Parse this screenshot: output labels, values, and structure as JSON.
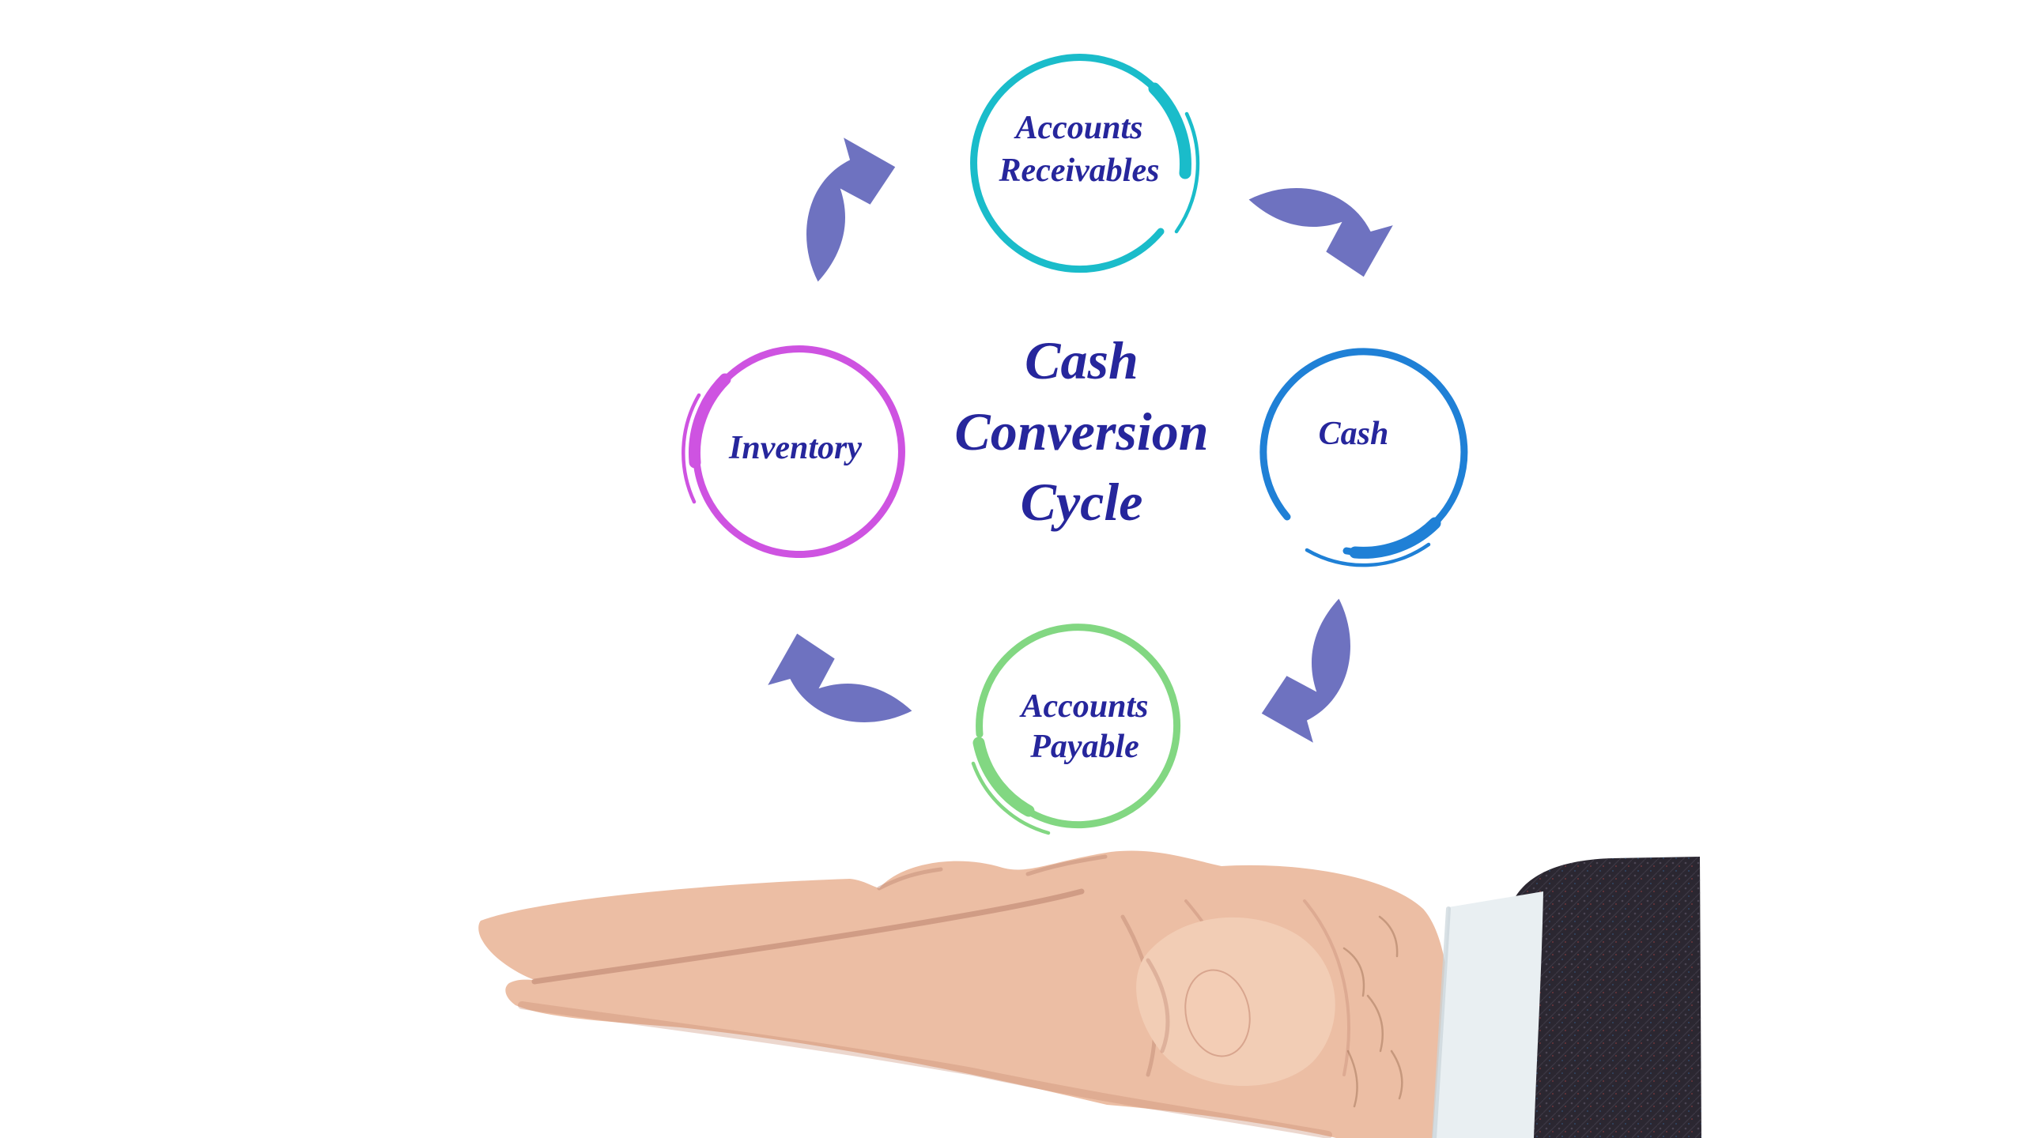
{
  "background": "#FFFFFF",
  "title": {
    "line1": "Cash",
    "line2": "Conversion",
    "line3": "Cycle",
    "color": "#26269C"
  },
  "nodes": {
    "receivables": {
      "line1": "Accounts",
      "line2": "Receivables",
      "color": "#1ABCCA"
    },
    "cash": {
      "label": "Cash",
      "color": "#1F80D6"
    },
    "inventory": {
      "label": "Inventory",
      "color": "#CE53E1"
    },
    "payable": {
      "line1": "Accounts",
      "line2": "Payable",
      "color": "#82D782"
    }
  },
  "label_color": "#26269C",
  "arrows": {
    "color": "#6E72C0",
    "flows": [
      {
        "from": "Inventory",
        "to": "Accounts Receivables"
      },
      {
        "from": "Accounts Receivables",
        "to": "Cash"
      },
      {
        "from": "Cash",
        "to": "Accounts Payable"
      },
      {
        "from": "Accounts Payable",
        "to": "Inventory"
      }
    ]
  },
  "hand": {
    "skin": "#ECBEA4",
    "skin_light": "#F2CDB5",
    "shadow": "#C98B74",
    "crease": "#B97F6B",
    "hair": "#9A6B4F",
    "nail": "#F4CDB6",
    "nail_edge": "#D7A38C",
    "cuff": "#E9EFF2",
    "cuff_shadow": "#C9D4DA",
    "sleeve": "#2B2731"
  }
}
